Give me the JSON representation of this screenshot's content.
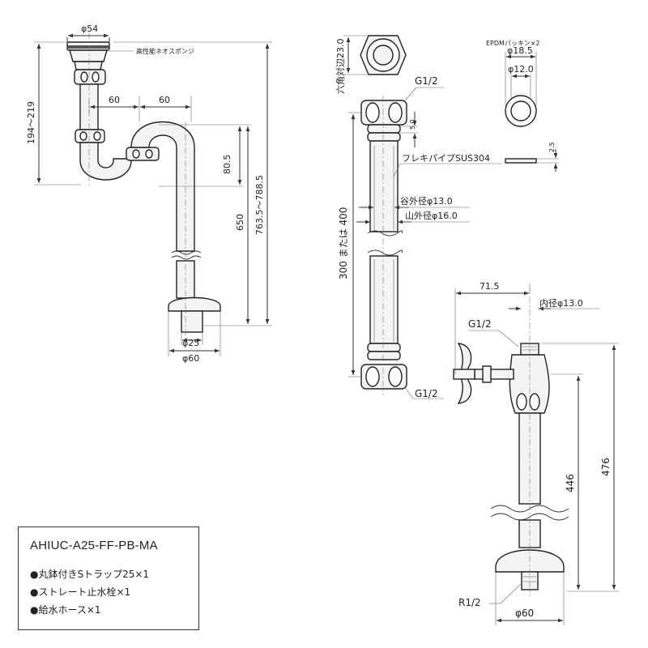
{
  "trap": {
    "dim_top_dia": "φ54",
    "label_sponge": "高性能ネオスポンジ",
    "dim_height_range": "194～219",
    "dim_offset_1": "60",
    "dim_offset_2": "60",
    "dim_bend": "80.5",
    "dim_drop": "650",
    "dim_total_range": "763.5～788.5",
    "dim_pipe_dia": "φ25",
    "dim_flange_dia": "φ60"
  },
  "hose": {
    "dim_hex_across": "六角対辺23.0",
    "label_thread_top": "G1/2",
    "label_thread_bottom": "G1/2",
    "dim_pitch": "5.0",
    "label_material": "フレキパイプSUS304",
    "dim_valley_od": "谷外径φ13.0",
    "dim_peak_od": "山外径φ16.0",
    "dim_length": "300 または 400"
  },
  "gasket": {
    "label": "EPDMパッキン×2",
    "dim_outer": "φ18.5",
    "dim_inner": "φ12.0",
    "dim_thickness": "2.5"
  },
  "valve": {
    "dim_offset": "71.5",
    "dim_inner_dia": "内径φ13.0",
    "label_thread": "G1/2",
    "dim_446": "446",
    "dim_476": "476",
    "label_bottom_thread": "R1/2",
    "dim_flange_dia": "φ60"
  },
  "info": {
    "product_code": "AHIUC-A25-FF-PB-MA",
    "items": [
      "●丸鉢付きSトラップ25×1",
      "●ストレート止水栓×1",
      "●給水ホース×1"
    ]
  }
}
